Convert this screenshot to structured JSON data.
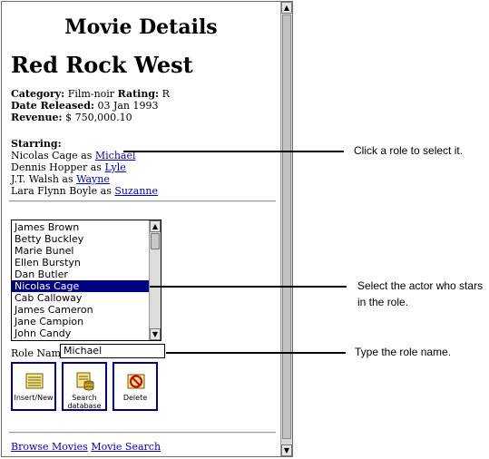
{
  "page": {
    "heading": "Movie Details",
    "movie_title": "Red Rock West"
  },
  "details": {
    "category_label": "Category:",
    "category_value": "Film-noir",
    "rating_label": "Rating:",
    "rating_value": "R",
    "date_label": "Date Released:",
    "date_value": "03 Jan 1993",
    "revenue_label": "Revenue:",
    "revenue_value": "$ 750,000.10"
  },
  "starring": {
    "label": "Starring:",
    "roles": [
      {
        "prefix": "Nicolas Cage as",
        "role": "Michael"
      },
      {
        "prefix": "Dennis Hopper as",
        "role": "Lyle"
      },
      {
        "prefix": "J.T. Walsh as",
        "role": "Wayne"
      },
      {
        "prefix": "Lara Flynn Boyle as",
        "role": "Suzanne"
      }
    ]
  },
  "actors": {
    "items": [
      "James Brown",
      "Betty Buckley",
      "Marie Bunel",
      "Ellen Burstyn",
      "Dan Butler",
      "Nicolas Cage",
      "Cab Calloway",
      "James Cameron",
      "Jane Campion",
      "John Candy"
    ],
    "selected": "Nicolas Cage"
  },
  "role_form": {
    "label": "Role Name:",
    "value": "Michael"
  },
  "buttons": {
    "insert": "Insert/New",
    "search": "Search database",
    "delete": "Delete"
  },
  "footer": {
    "browse": "Browse Movies",
    "search": "Movie Search"
  },
  "callouts": {
    "select_role": "Click a role to select it.",
    "select_actor_1": "Select the actor who stars",
    "select_actor_2": "in the role.",
    "type_role": "Type the role name."
  },
  "icons": {
    "scroll_up": "up-arrow-icon",
    "scroll_down": "down-arrow-icon",
    "insert": "notepad-icon",
    "search": "database-icon",
    "delete": "no-sign-icon"
  }
}
